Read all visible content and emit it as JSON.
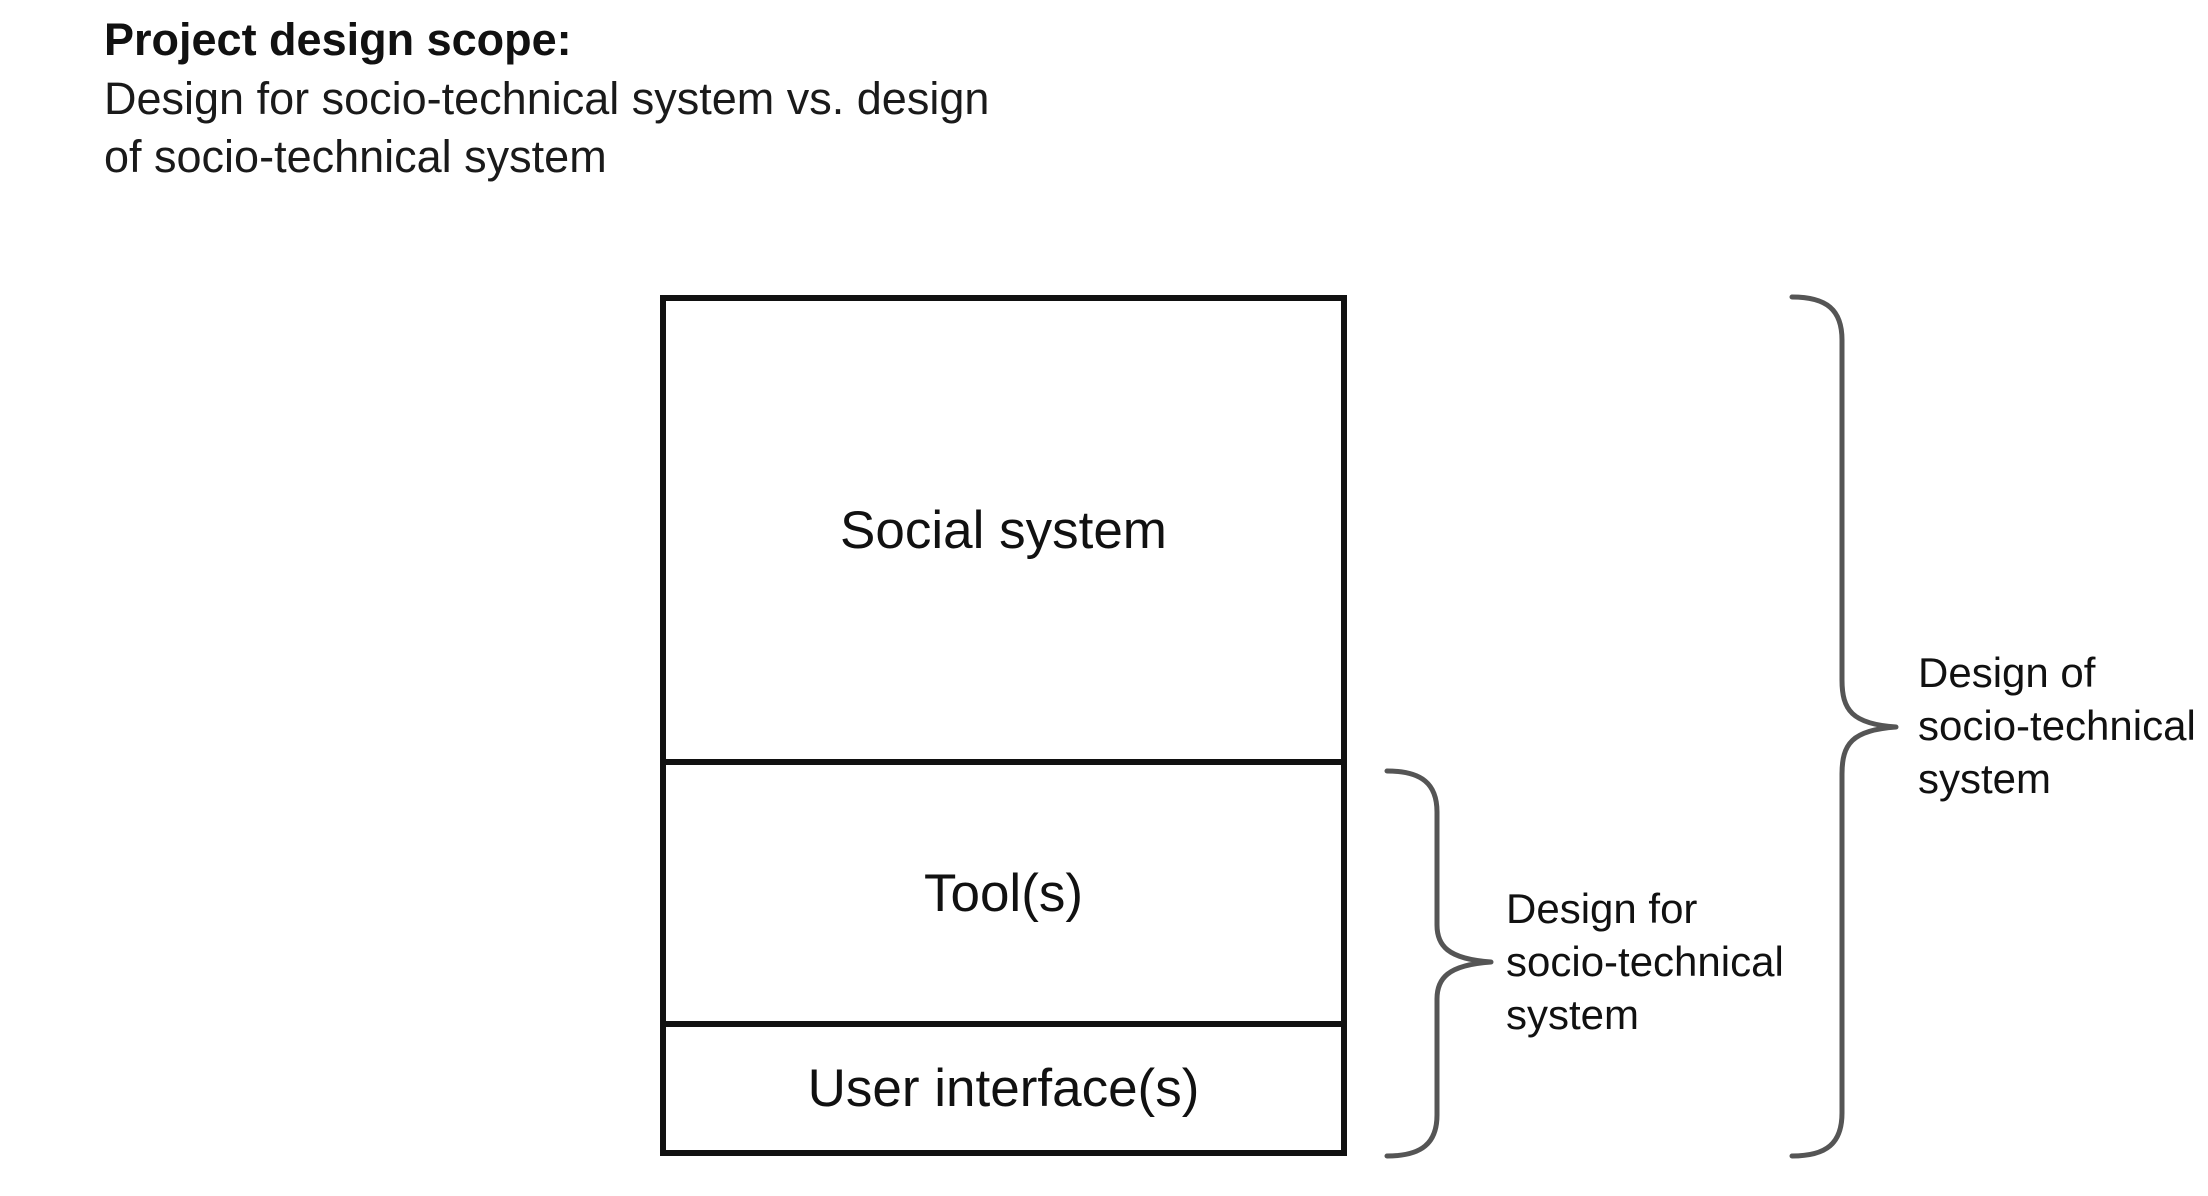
{
  "heading": {
    "title": "Project design scope:",
    "subtitle_line1": "Design for socio-technical system vs. design",
    "subtitle_line2": "of socio-technical system"
  },
  "stack": {
    "layers": [
      {
        "label": "Social system"
      },
      {
        "label": "Tool(s)"
      },
      {
        "label": "User interface(s)"
      }
    ]
  },
  "braces": {
    "design_for": {
      "line1": "Design for",
      "line2": "socio-technical",
      "line3": "system"
    },
    "design_of": {
      "line1": "Design of",
      "line2": "socio-technical",
      "line3": "system"
    }
  },
  "colors": {
    "box_stroke": "#111111",
    "brace_stroke": "#555555"
  }
}
